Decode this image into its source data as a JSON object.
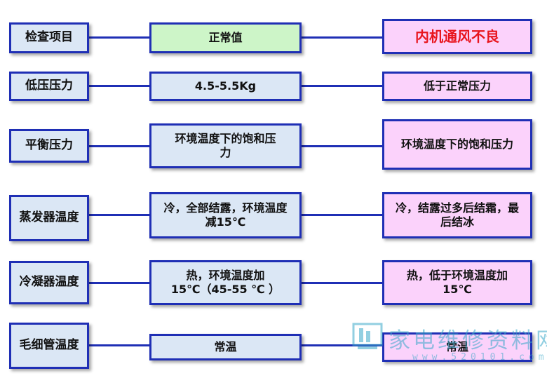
{
  "header": {
    "param": "检查项目",
    "normal": "正常值",
    "fault": "内机通风不良"
  },
  "rows": [
    {
      "param": "低压压力",
      "normal": "4.5-5.5Kg",
      "fault": "低于正常压力"
    },
    {
      "param": "平衡压力",
      "normal": "环境温度下的饱和压力",
      "fault": "环境温度下的饱和压力"
    },
    {
      "param": "蒸发器温度",
      "normal": "冷，全部结露，环境温度减15℃",
      "fault": "冷，结露过多后结霜，最后结冰"
    },
    {
      "param": "冷凝器温度",
      "normal": "热，环境温度加15℃（45-55 ℃ ）",
      "fault": "热，低于环境温度加15℃"
    },
    {
      "param": "毛细管温度",
      "normal": "常温",
      "fault": "常温"
    }
  ],
  "watermark": {
    "text": "家电维修资料网",
    "url": "www.520101.com"
  },
  "colors": {
    "border": "#1f2fb5",
    "cell_blue": "#dbe7f5",
    "cell_pink": "#fbd2fb",
    "cell_green": "#cdf5c8",
    "fault_red": "#e8151e"
  }
}
